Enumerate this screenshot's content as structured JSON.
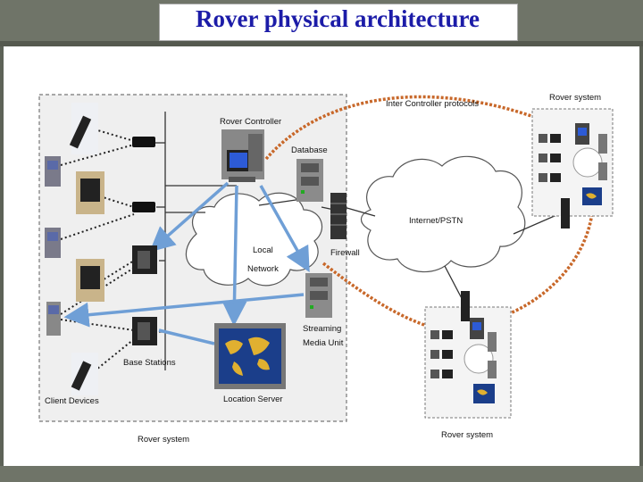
{
  "slide": {
    "title": "Rover physical architecture"
  },
  "diagram": {
    "labels": {
      "rover_controller": "Rover Controller",
      "database": "Database",
      "firewall": "Firewall",
      "local_network": [
        "Local",
        "Network"
      ],
      "internet": "Internet/PSTN",
      "streaming": [
        "Streaming",
        "Media Unit"
      ],
      "location_server": "Location Server",
      "base_stations": "Base Stations",
      "client_devices": "Client Devices",
      "rover_system_main": "Rover system",
      "rover_system_top": "Rover system",
      "rover_system_bottom": "Rover system",
      "inter_controller": "Inter Controller protocols"
    }
  }
}
